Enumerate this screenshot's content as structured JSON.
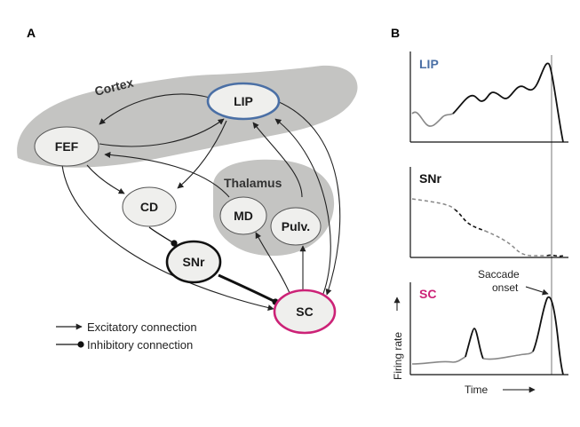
{
  "panels": {
    "a": "A",
    "b": "B"
  },
  "regions": {
    "cortex": "Cortex",
    "thalamus": "Thalamus"
  },
  "nodes": {
    "lip": "LIP",
    "fef": "FEF",
    "cd": "CD",
    "md": "MD",
    "pulv": "Pulv.",
    "snr": "SNr",
    "sc": "SC"
  },
  "legend": {
    "excitatory": "Excitatory connection",
    "inhibitory": "Inhibitory connection"
  },
  "traces": {
    "lip": "LIP",
    "snr": "SNr",
    "sc": "SC"
  },
  "annotation": {
    "saccade_line1": "Saccade",
    "saccade_line2": "onset"
  },
  "axes": {
    "ylabel": "Firing rate",
    "xlabel": "Time"
  },
  "colors": {
    "lip": "#4a6fa5",
    "sc": "#cc2277",
    "region_fill": "#c4c4c2",
    "node_fill": "#efefed"
  }
}
